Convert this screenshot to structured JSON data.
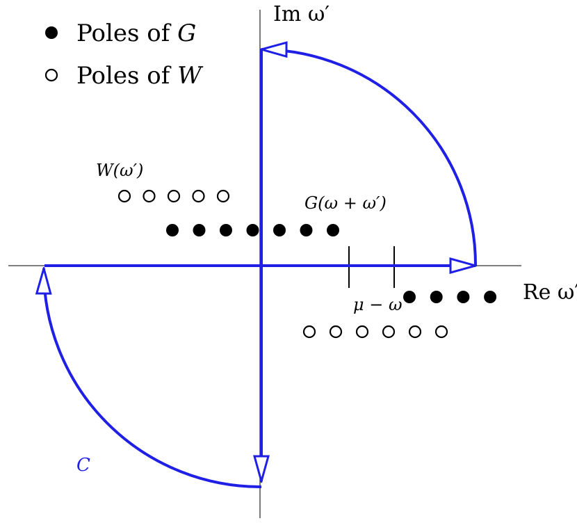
{
  "colors": {
    "contour": "#1f1fe6",
    "axis": "#333333",
    "pole": "#000000",
    "background": "#ffffff"
  },
  "legend": {
    "poles_g_label": "Poles of",
    "poles_g_symbol": "G",
    "poles_w_label": "Poles of",
    "poles_w_symbol": "W"
  },
  "axes": {
    "imaginary_label": "Im ω′",
    "real_label": "Re ω′"
  },
  "labels": {
    "w_function": "W(ω′)",
    "g_function": "G(ω + ω′)",
    "mu_minus_omega": "μ − ω",
    "contour_name": "C"
  },
  "pole_groups": {
    "w_upper_count": 5,
    "g_upper_count": 7,
    "g_lower_count": 4,
    "w_lower_count": 6
  }
}
